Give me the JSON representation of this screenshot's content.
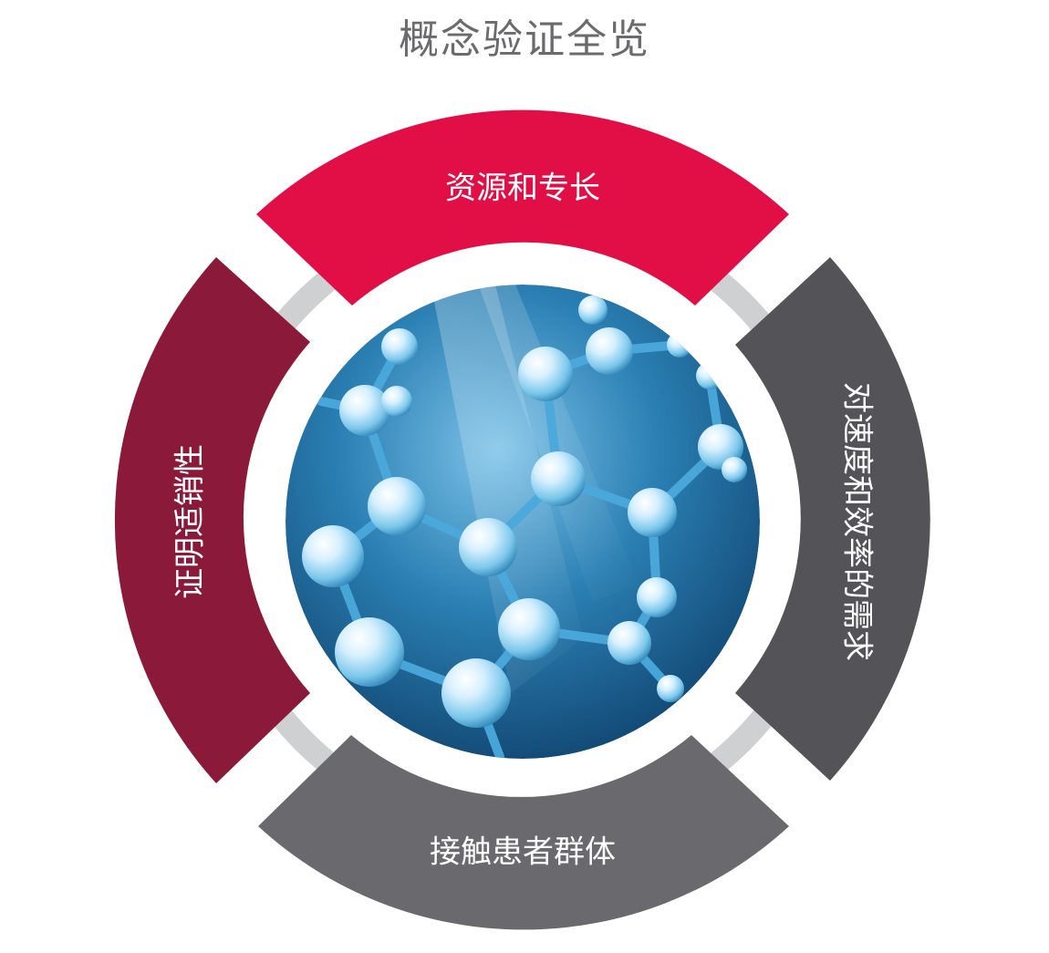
{
  "title": "概念验证全览",
  "segments": {
    "top": {
      "label": "资源和专长",
      "color": "#e10f45"
    },
    "right": {
      "label": "对速度和效率的需求",
      "color": "#545458"
    },
    "bottom": {
      "label": "接触患者群体",
      "color": "#6a6a6e"
    },
    "left": {
      "label": "证明适销性",
      "color": "#8b1a3a"
    }
  },
  "connector_color": "#cfd0d2",
  "center_image": {
    "icon": "molecule-illustration-icon",
    "background": "#1f6f9f"
  }
}
